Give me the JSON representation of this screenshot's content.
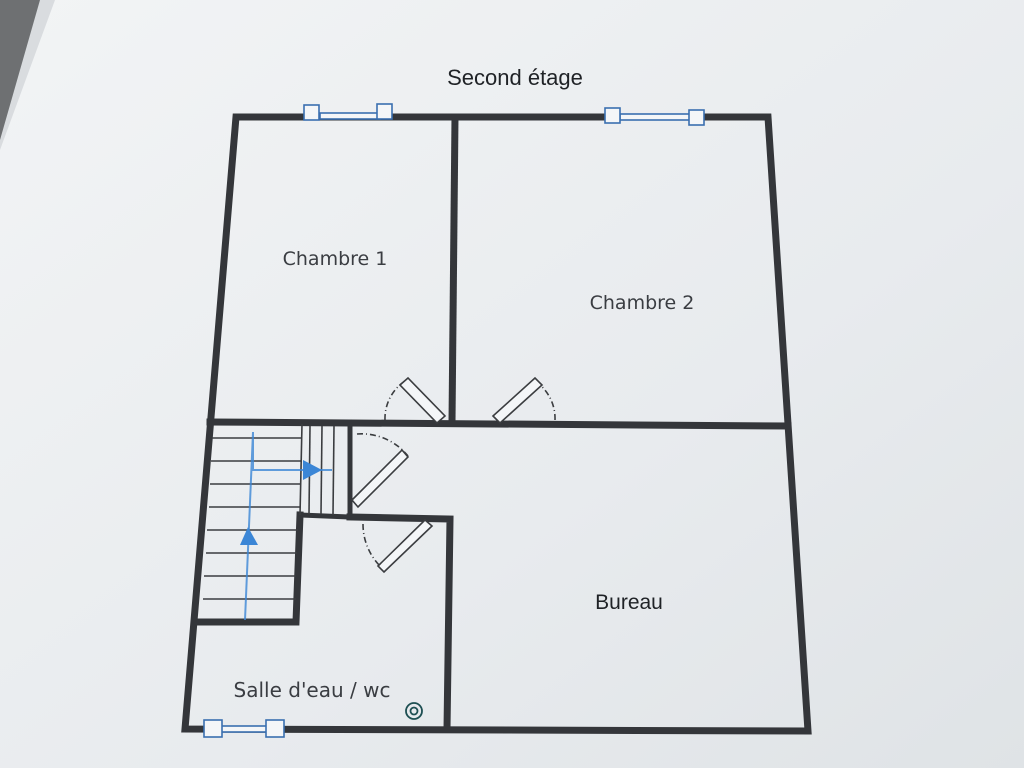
{
  "plan": {
    "title": "Second étage",
    "rooms": {
      "chambre1": "Chambre 1",
      "chambre2": "Chambre 2",
      "bureau": "Bureau",
      "salle_eau": "Salle d'eau / wc"
    }
  },
  "colors": {
    "wall": "#34363a",
    "stair_arrow": "#3b86d6",
    "window": "#3a6fb0",
    "paper": "#eef0f2"
  },
  "icons": [
    "stair-up-arrow-icon",
    "drain-icon",
    "window-icon",
    "door-swing-icon"
  ]
}
